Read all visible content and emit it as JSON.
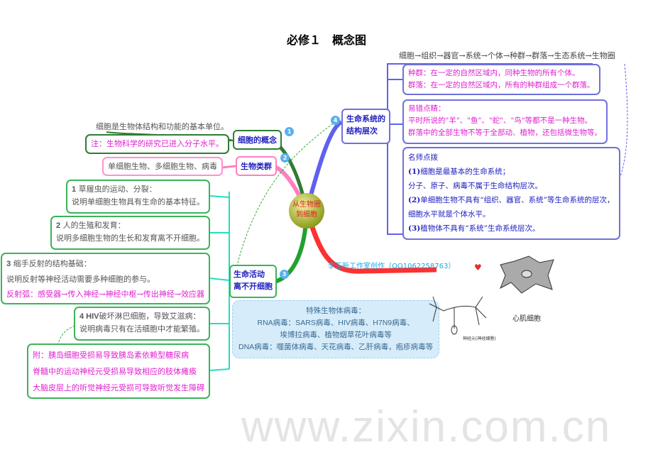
{
  "title": "必修１　概念图",
  "watermark": "www.zixin.com.cn",
  "center": {
    "line1": "从生物圈",
    "line2": "到细胞"
  },
  "levels_chain": "细胞→组织→器官→系统→个体→种群→群落→生态系统→生物圈",
  "node4": {
    "num": "4",
    "line1": "生命系统的",
    "line2": "结构层次",
    "box_a": [
      "种群：在一定的自然区域内，同种生物的所有个体。",
      "群落：在一定的自然区域内，所有的种群组成一个群落。"
    ],
    "box_b": [
      "易错点睛：",
      "平时所说的\"羊\"、\"鱼\"、\"蛇\"、\"鸟\"等都不是一种生物。",
      "群落中的全部生物不等于全部动、植物，还包括微生物等。"
    ],
    "box_c": {
      "title": "名师点拨",
      "items": [
        {
          "n": "(1)",
          "t": "细胞是最基本的生命系统；"
        },
        {
          "n": "",
          "t": "分子、原子、病毒不属于生命结构层次。"
        },
        {
          "n": "(2)",
          "t": "单细胞生物不具有“组织、器官、系统”等生命系统的层次，"
        },
        {
          "n": "",
          "t": "细胞水平就是个体水平。"
        },
        {
          "n": "(3)",
          "t": "植物体不具有“系统”生命系统层次。"
        }
      ]
    }
  },
  "node1": {
    "num": "1",
    "label": "细胞的概念",
    "note": "细胞是生物体结构和功能的基本单位。",
    "note2": "注：生物科学的研究已进入分子水平。"
  },
  "node2": {
    "num": "2",
    "label": "生物类群",
    "note": "单细胞生物、多细胞生物、病毒"
  },
  "node3": {
    "num": "3",
    "line1": "生命活动",
    "line2": "离不开细胞",
    "items": [
      {
        "n": "1",
        "a": " 草履虫的运动、分裂：",
        "b": "说明单细胞生物具有生命的基本特征。"
      },
      {
        "n": "2",
        "a": " 人的生殖和发育：",
        "b": "说明多细胞生物的生长和发育离不开细胞。"
      },
      {
        "n": "3",
        "a": " 缩手反射的结构基础：",
        "b": "说明反射等神经活动需要多种细胞的参与。",
        "c": "反射弧：感受器→传入神经→神经中枢→传出神经→效应器"
      },
      {
        "n": "4 HIV",
        "a": "破坏淋巴细胞，导致艾滋病：",
        "b": "说明病毒只有在活细胞中才能繁殖。"
      }
    ],
    "appendix": [
      "附：胰岛细胞受损易导致胰岛素依赖型糖尿病",
      "脊髓中的运动神经元受损易导致相应的肢体瘫痪",
      "大脑皮层上的听觉神经元受损可导致听觉发生障碍"
    ]
  },
  "virus": {
    "title": "特殊生物体病毒：",
    "l1": "RNA病毒：SARS病毒、HIV病毒、H7N9病毒、",
    "l2": "埃博拉病毒、植物烟草花叶病毒等",
    "l3": "DNA病毒：噬菌体病毒、天花病毒、乙肝病毒，疱疹病毒等"
  },
  "credit": "李玉新工作室创作（QQ1062258763）",
  "neuron_label": "神经元(神经细胞)",
  "cardiac_label": "心肌细胞"
}
